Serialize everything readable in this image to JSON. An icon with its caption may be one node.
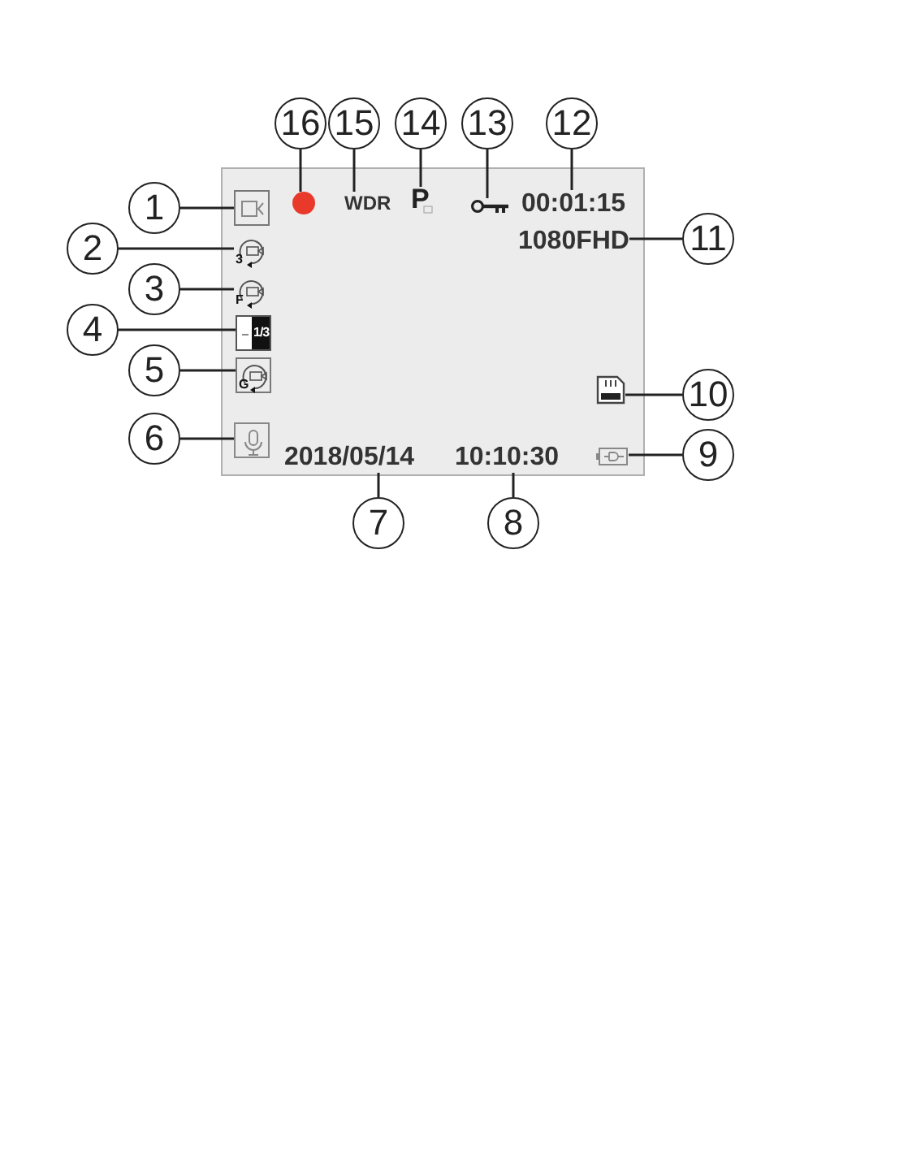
{
  "diagram": {
    "nodes": [
      {
        "text": [],
        "shape": "box"
      },
      {
        "text": [
          "1"
        ]
      },
      {
        "text": [
          "2"
        ]
      },
      {
        "text": [
          "3"
        ]
      },
      {
        "text": [
          "4"
        ]
      },
      {
        "text": [
          "5"
        ]
      },
      {
        "text": [
          "6"
        ]
      },
      {
        "text": [
          "7"
        ]
      },
      {
        "text": [
          "8"
        ]
      },
      {
        "text": [
          "9"
        ]
      },
      {
        "text": [
          "10"
        ]
      },
      {
        "text": [
          "11"
        ]
      },
      {
        "text": [
          "12"
        ]
      },
      {
        "text": [
          "13"
        ]
      },
      {
        "text": [
          "14"
        ]
      },
      {
        "text": [
          "15"
        ]
      },
      {
        "text": [
          "16"
        ]
      },
      {
        "text": [],
        "shape": "camera",
        "in": 0
      },
      {
        "text": [
          "3"
        ],
        "in": 0
      },
      {
        "text": [
          "F"
        ],
        "in": 0
      },
      {
        "text": [
          "1/3"
        ],
        "in": 0
      },
      {
        "text": [
          "G"
        ],
        "in": 0
      },
      {
        "text": [],
        "shape": "microphone",
        "in": 0
      },
      {
        "text": [
          "2018/05/14"
        ],
        "in": 0
      },
      {
        "text": [
          "10:10:30"
        ],
        "in": 0
      },
      {
        "text": [],
        "shape": "battery",
        "in": 0
      },
      {
        "text": [],
        "shape": "card",
        "in": 0
      },
      {
        "text": [
          "1080FHD"
        ],
        "in": 0
      },
      {
        "text": [
          "00:01:15"
        ],
        "in": 0
      },
      {
        "text": [],
        "shape": "key",
        "in": 0
      },
      {
        "text": [
          "P"
        ],
        "in": 0
      },
      {
        "text": [
          "WDR"
        ],
        "in": 0
      },
      {
        "text": [],
        "shape": "circle",
        "in": 0
      }
    ],
    "edges": [
      {
        "from": 1,
        "to": 17,
        "arrow": "none"
      },
      {
        "from": 2,
        "to": 18,
        "arrow": "none"
      },
      {
        "from": 3,
        "to": 19,
        "arrow": "none"
      },
      {
        "from": 4,
        "to": 20,
        "arrow": "none"
      },
      {
        "from": 5,
        "to": 21,
        "arrow": "none"
      },
      {
        "from": 6,
        "to": 22,
        "arrow": "none"
      },
      {
        "from": 7,
        "to": 23,
        "arrow": "none"
      },
      {
        "from": 8,
        "to": 24,
        "arrow": "none"
      },
      {
        "from": 9,
        "to": 25,
        "arrow": "none"
      },
      {
        "from": 10,
        "to": 26,
        "arrow": "none"
      },
      {
        "from": 11,
        "to": 27,
        "arrow": "none"
      },
      {
        "from": 12,
        "to": 28,
        "arrow": "none"
      },
      {
        "from": 13,
        "to": 29,
        "arrow": "none"
      },
      {
        "from": 14,
        "to": 30,
        "arrow": "none"
      },
      {
        "from": 15,
        "to": 31,
        "arrow": "none"
      },
      {
        "from": 16,
        "to": 32,
        "arrow": "none"
      }
    ]
  }
}
